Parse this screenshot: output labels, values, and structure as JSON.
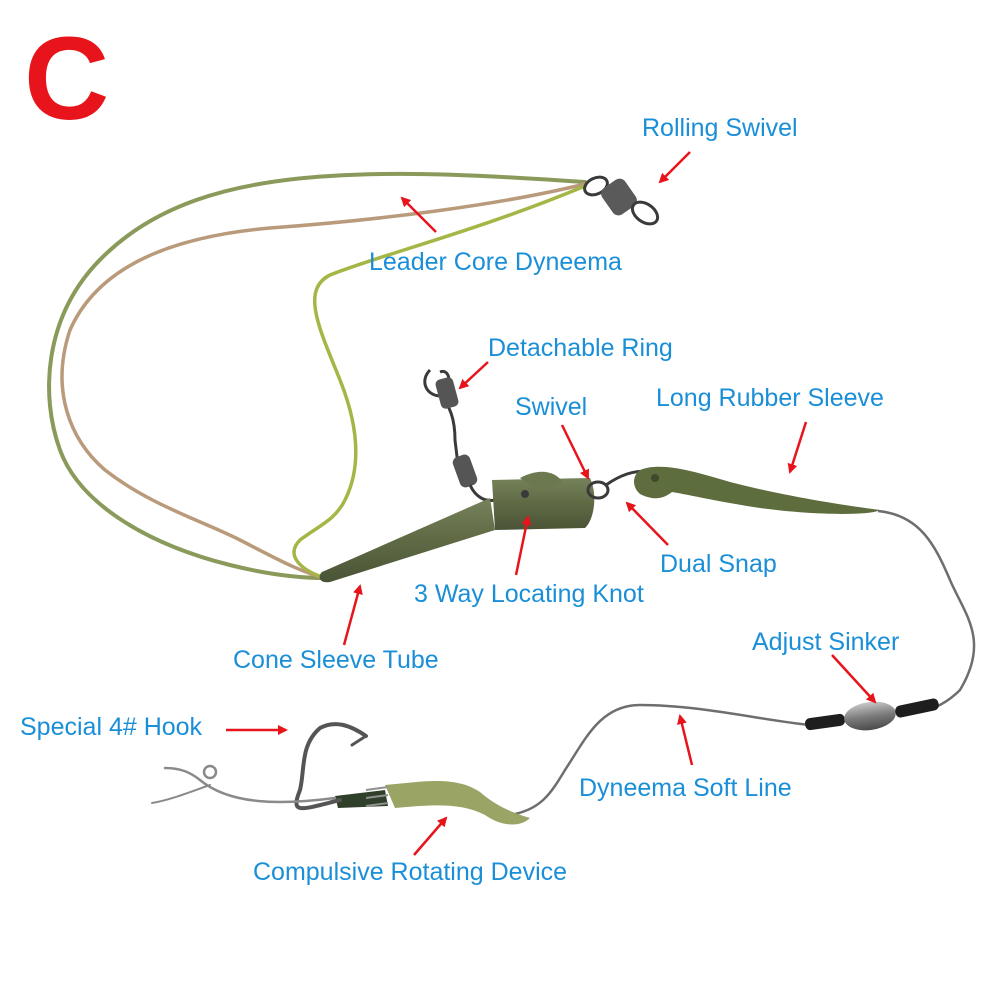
{
  "badge": "C",
  "colors": {
    "badge": "#e8141c",
    "label": "#1a8fd8",
    "arrow": "#e8141c",
    "leader_a": "#8a9a5a",
    "leader_b": "#b99a7a",
    "leader_c": "#a6b646",
    "rubber": "#5e6d3e",
    "soft_line": "#6e6e6e",
    "metal": "#3a3a3a",
    "tube_green": "#9aa565"
  },
  "labels": {
    "rolling_swivel": "Rolling Swivel",
    "leader_core": "Leader Core Dyneema",
    "detachable_ring": "Detachable Ring",
    "swivel": "Swivel",
    "long_rubber_sleeve": "Long Rubber Sleeve",
    "dual_snap": "Dual Snap",
    "locating_knot": "3 Way Locating Knot",
    "cone_sleeve": "Cone Sleeve Tube",
    "adjust_sinker": "Adjust Sinker",
    "hook": "Special 4# Hook",
    "soft_line": "Dyneema Soft Line",
    "rotating_device": "Compulsive Rotating Device"
  }
}
